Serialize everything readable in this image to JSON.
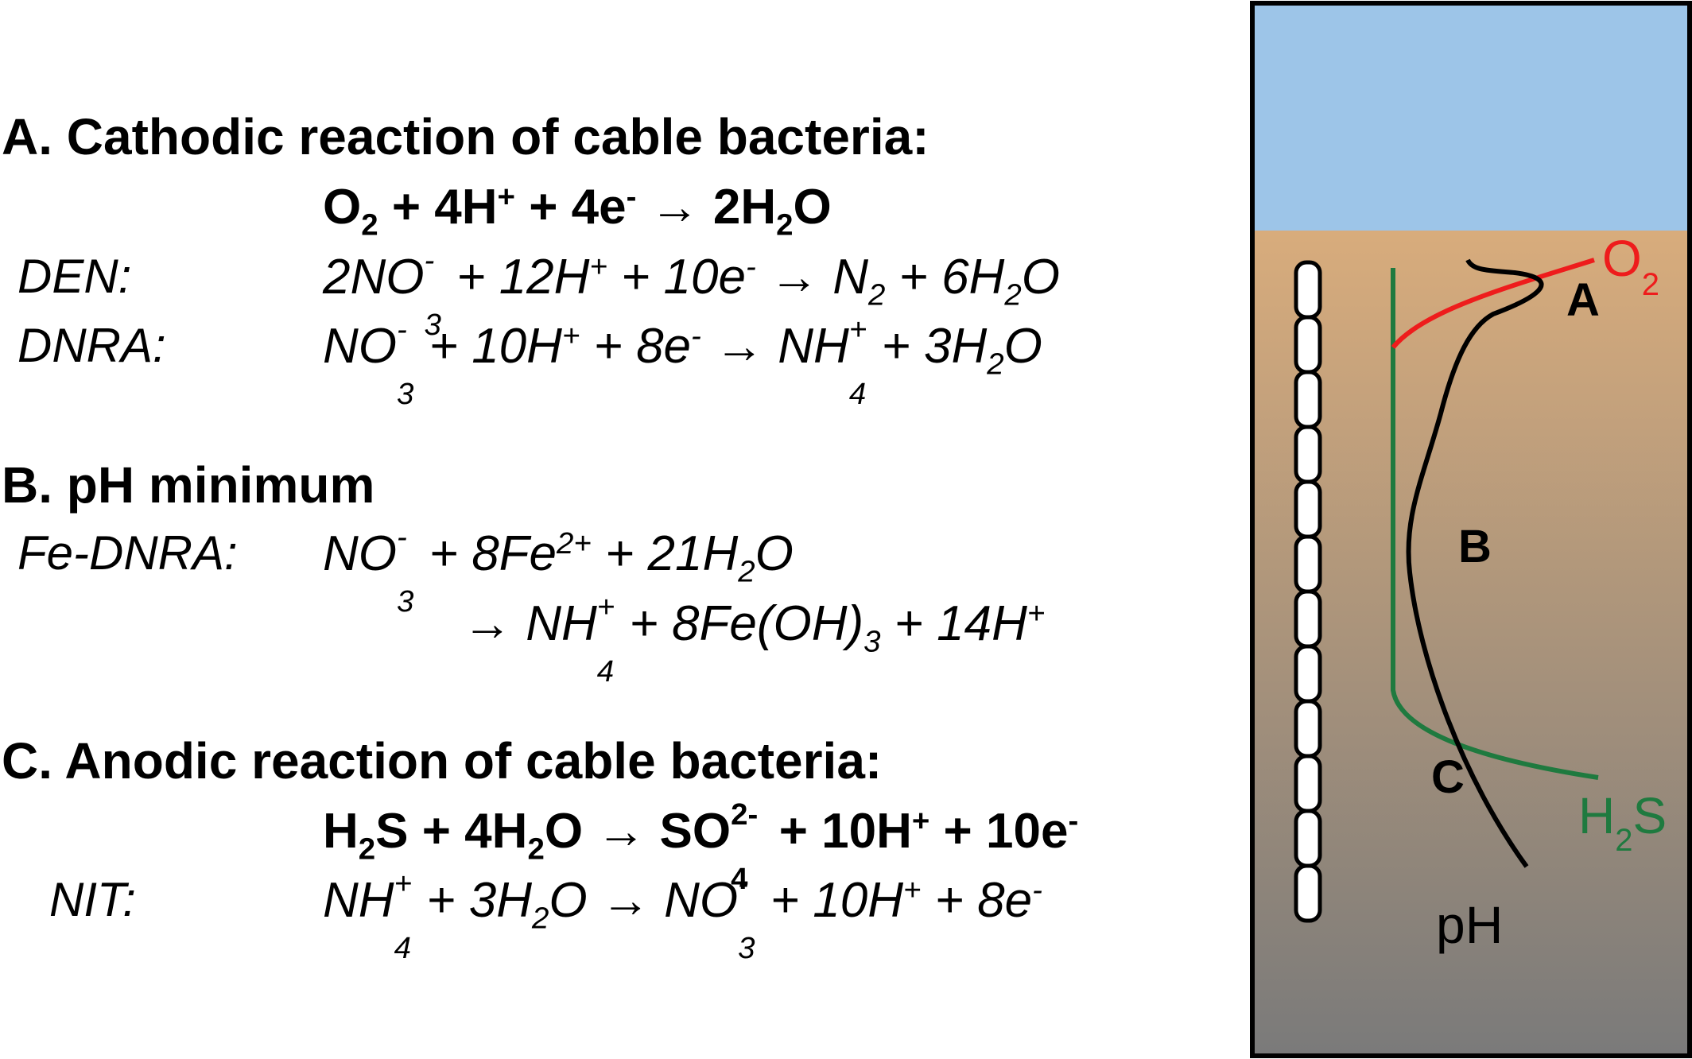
{
  "section_a": {
    "heading": "A. Cathodic reaction of cable bacteria:",
    "main_eq": {
      "o": "O",
      "o_sub": "2",
      "rest1": " + 4H",
      "hp": "+",
      "rest2": " + 4e",
      "em": "-",
      "arrow": " → 2H",
      "h_sub": "2",
      "end": "O"
    },
    "den_label": "DEN:",
    "den_eq": {
      "a": "2NO",
      "a_sub": "3",
      "a_sup": "-",
      "b": " + 12H",
      "b_sup": "+",
      "c": " + 10e",
      "c_sup": "-",
      "d": " → N",
      "d_sub": "2",
      "e": " + 6H",
      "e_sub": "2",
      "f": "O"
    },
    "dnra_label": "DNRA:",
    "dnra_eq": {
      "a": "NO",
      "a_sub": "3",
      "a_sup": "-",
      "b": " + 10H",
      "b_sup": "+",
      "c": " + 8e",
      "c_sup": "-",
      "d": " → NH",
      "d_sub": "4",
      "d_sup": "+",
      "e": " + 3H",
      "e_sub": "2",
      "f": "O"
    }
  },
  "section_b": {
    "heading": "B. pH minimum",
    "fednra_label": "Fe-DNRA:",
    "line1": {
      "a": "NO",
      "a_sub": "3",
      "a_sup": "-",
      "b": " + 8Fe",
      "b_sup": "2+",
      "c": " + 21H",
      "c_sub": "2",
      "d": "O"
    },
    "line2": {
      "a": "→ NH",
      "a_sub": "4",
      "a_sup": "+",
      "b": " + 8Fe(OH)",
      "b_sub": "3",
      "c": " + 14H",
      "c_sup": "+"
    }
  },
  "section_c": {
    "heading": "C. Anodic reaction of cable bacteria:",
    "main_eq": {
      "a": "H",
      "a_sub": "2",
      "b": "S + 4H",
      "b_sub": "2",
      "c": "O → SO",
      "c_sub": "4",
      "c_sup": "2-",
      "d": " + 10H",
      "d_sup": "+",
      "e": " + 10e",
      "e_sup": "-"
    },
    "nit_label": "NIT:",
    "nit_eq": {
      "a": "NH",
      "a_sub": "4",
      "a_sup": "+",
      "b": " + 3H",
      "b_sub": "2",
      "c": "O →  NO",
      "c_sub": "3",
      "c_sup": "-",
      "d": " + 10H",
      "d_sup": "+",
      "e": " + 8e",
      "e_sup": "-"
    }
  },
  "diagram": {
    "colors": {
      "water": "#9dc5e8",
      "sediment_top": "#d8ac7c",
      "sediment_bottom": "#7a7a7a",
      "o2": "#ee1c1c",
      "h2s": "#1f7a3f",
      "ph": "#000000",
      "frame": "#000000"
    },
    "curve_labels": {
      "o2": "O",
      "o2_sub": "2",
      "h2s": "H",
      "h2s_sub": "2",
      "h2s_end": "S",
      "ph": "pH"
    },
    "zone_labels": {
      "a": "A",
      "b": "B",
      "c": "C"
    },
    "cable_segments": 12
  }
}
